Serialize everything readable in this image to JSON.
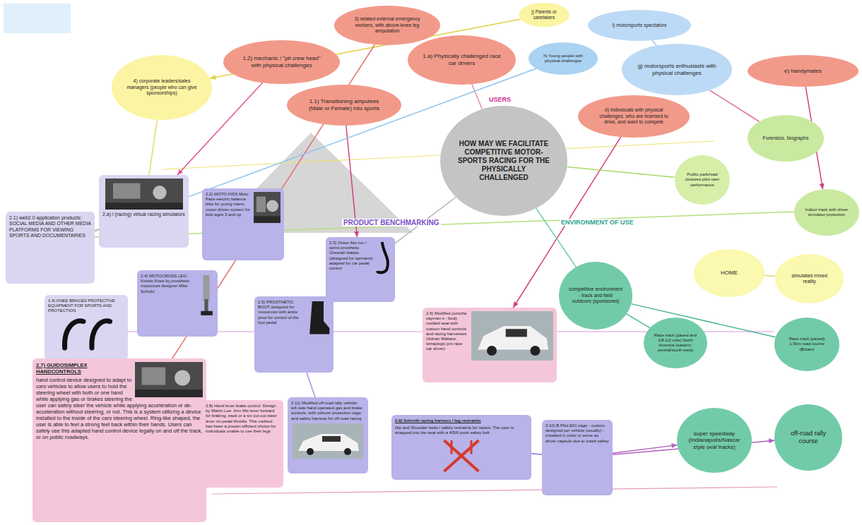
{
  "diagram": {
    "nodes": [
      {
        "text": [
          "3) related external emergency workers, with above-knee leg amputation"
        ]
      },
      {
        "text": [
          "j) Parents or caretakers"
        ]
      },
      {
        "text": [
          "i) motorsports spectators"
        ]
      },
      {
        "text": [
          "1.2) mechanic / \"pit crew head\" with physical challenges"
        ]
      },
      {
        "text": [
          "1.a) Physically challenged race car drivers"
        ]
      },
      {
        "text": [
          "h) Young people with physical challenges"
        ]
      },
      {
        "text": [
          "g) motorsports enthusiasts with physical challenges"
        ]
      },
      {
        "text": [
          "e) handymates"
        ]
      },
      {
        "text": [
          "4) corporate leaders/sales managers (people who can give sponsorships)"
        ]
      },
      {
        "text": [
          "1.1) Transitioning amputees (Male or Female) into sports"
        ]
      },
      {
        "text": [
          "HOW MAY WE FACILITATE COMPETITIVE MOTOR-SPORTS RACING FOR THE PHYSICALLY CHALLENGED"
        ]
      },
      {
        "text": [
          "d) individuals with physical challenges, who are licensed to drive, and want to compete"
        ]
      },
      {
        "text": [
          "Forensics, biographs"
        ]
      },
      {
        "text": [
          "Public park/road closures pilot user performance"
        ]
      },
      {
        "text": [
          "2.a) i (racing) virtual racing simulators"
        ]
      },
      {
        "text": [
          "2.2) MOTO KIDS Moto Pace electric balance bike for young riders, motor-driven system for kids ages 3 and up"
        ]
      },
      {
        "text": [
          "2.1) web2.0 application products: SOCIAL MEDIA AND OTHER MEDIA PLATFORMS FOR VIEWING SPORTS AND DOCUMENTARIES"
        ]
      },
      {
        "text": [
          "Indoor track with driver simulator protection"
        ]
      },
      {
        "text": [
          "2.3) Ossur flex run / sprint prosthetic Cheetah blades (designed for sprinters) adapted for car pedal control"
        ]
      },
      {
        "text": [
          "HOME"
        ]
      },
      {
        "text": [
          "simulated mixed reality"
        ]
      },
      {
        "text": [
          "competitive environment - track and field outdoors (sponsored)"
        ]
      },
      {
        "text": [
          "2.4) MOTOCROSS LEG: Kinetic Knee by prosthetic motocross designer Mike Schultz"
        ]
      },
      {
        "text": [
          "1.4) KNEE BRACES PROTECTIVE EQUIPMENT FOR SPORTS AND PROTECTION"
        ]
      },
      {
        "text": [
          "2.5) PROSTHETIC BOOT designed for motocross with ankle pivot for control of the foot pedal"
        ]
      },
      {
        "text": [
          "2.6) Modified porsche cayman s - body molded seat with custom hand controls and racing harnesses (Adrian Wallace, tetraplegic pro race car driver)"
        ]
      },
      {
        "text": [
          "Race track (paved and 1/8-1/2 mile) North America (eastern, central/south west)"
        ]
      },
      {
        "text": [
          "Race track (paved) 1.5km road course (Britain)"
        ]
      },
      {
        "text": [
          "2.7) GUIDOSIMPLEX HANDCONTROLS",
          "hand control device designed to adapt to cars vehicles to allow users to hold the steering wheel with both or one hand while applying gas or brakes steering the user can safely steer the vehicle while applying acceleration or de-acceleration without steering, or not. This is a system utilizing a device installed to the inside of the cars steering wheel. Ring-like shaped, the user is able to feel a strong feel back within their hands. Users can safely use this adapted hand control device legally on and off the track, or on public roadways."
        ]
      },
      {
        "text": [
          "2.8) Hand lever brake control: Design by Martin Lee. Arm lifts lever forward for braking, track or a six cut-out steer lever no-pedal throttle. This method has been a proven efficient choice for individuals unable to use their legs"
        ]
      },
      {
        "text": [
          "2.11) Modified off-road rally vehicle: left side hand operated gas and brake controls, with rollover protection cage and safety harness for off-road racing"
        ]
      },
      {
        "text": [
          "2.9) Schroth racing harness / leg restraints",
          "Hip and Shoulder belts / safety restraints for racers. The user is strapped into the seat with a 4/5/6 point safety belt"
        ]
      },
      {
        "text": [
          "2.10) B Pilot EIG cage - custom designed per vehicle (usually) - installed in order to serve as driver capsule due to crash safety"
        ]
      },
      {
        "text": [
          "super speedway (Indianapolis/Nascar style oval tracks)"
        ]
      },
      {
        "text": [
          "off-road rally course"
        ]
      }
    ],
    "edges": [
      {
        "from": 3,
        "to": 14,
        "arrow": "to"
      },
      {
        "from": 9,
        "to": 18,
        "arrow": "to"
      },
      {
        "from": 8,
        "to": 14,
        "arrow": "none"
      },
      {
        "from": 1,
        "to": 8,
        "arrow": "to"
      },
      {
        "from": 4,
        "to": 10,
        "arrow": "none"
      },
      {
        "from": 11,
        "to": 25,
        "arrow": "to"
      },
      {
        "from": 7,
        "to": 17,
        "arrow": "to"
      },
      {
        "from": 6,
        "to": 12,
        "arrow": "none"
      },
      {
        "from": 10,
        "to": 13,
        "arrow": "none"
      },
      {
        "from": 10,
        "to": 21,
        "arrow": "none"
      },
      {
        "from": 21,
        "to": 26,
        "arrow": "none"
      },
      {
        "from": 21,
        "to": 27,
        "arrow": "none"
      },
      {
        "from": 32,
        "to": 33,
        "arrow": "to"
      },
      {
        "from": 32,
        "to": 34,
        "arrow": "to"
      },
      {
        "from": 0,
        "to": 28,
        "arrow": "none"
      },
      {
        "from": 5,
        "to": 16,
        "arrow": "none"
      },
      {
        "from": 16,
        "to": 14,
        "arrow": "none"
      },
      {
        "from": 23,
        "to": 28,
        "arrow": "none"
      },
      {
        "from": 31,
        "to": 32,
        "arrow": "none"
      },
      {
        "from": 19,
        "to": 20,
        "arrow": "none"
      },
      {
        "from": 2,
        "to": 6,
        "arrow": "none"
      },
      {
        "from": 29,
        "to": 28,
        "arrow": "none"
      },
      {
        "from": 24,
        "to": 30,
        "arrow": "none"
      },
      {
        "from": 10,
        "to": 18,
        "arrow": "none"
      }
    ],
    "labels": [
      "USERS",
      "PRODUCT BENCHMARKING",
      "ENVIRONMENT OF USE"
    ]
  }
}
